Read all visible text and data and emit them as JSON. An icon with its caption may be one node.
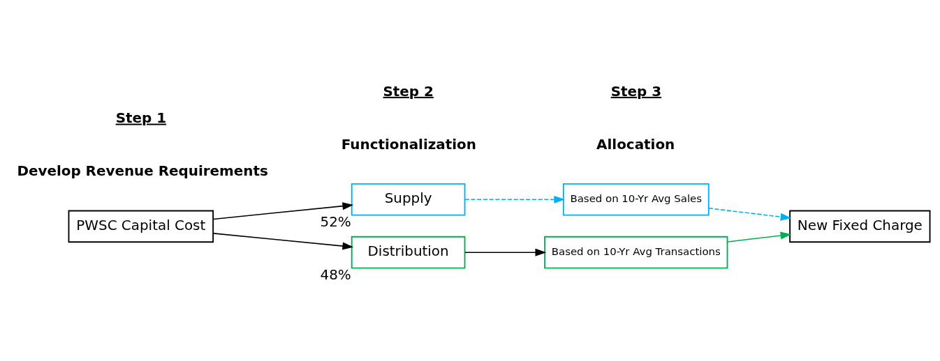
{
  "diagram": {
    "nodes": [
      {
        "text": [
          "PWSC Capital Cost"
        ]
      },
      {
        "text": [
          "Supply"
        ],
        "beside": [
          "52%"
        ]
      },
      {
        "text": [
          "Distribution"
        ],
        "beside": [
          "48%"
        ]
      },
      {
        "text": [
          "Based on 10-Yr Avg Sales"
        ]
      },
      {
        "text": [
          "Based on 10-Yr Avg Transactions"
        ]
      },
      {
        "text": [
          "New Fixed Charge"
        ]
      }
    ],
    "edges": [
      {
        "from": 0,
        "to": 1,
        "arrow": "to"
      },
      {
        "from": 0,
        "to": 2,
        "arrow": "to"
      },
      {
        "from": 1,
        "to": 3,
        "arrow": "to",
        "style": "dashed",
        "color": "#00b0f0"
      },
      {
        "from": 2,
        "to": 4,
        "arrow": "to"
      },
      {
        "from": 3,
        "to": 5,
        "arrow": "to",
        "style": "dashed",
        "color": "#00b0f0"
      },
      {
        "from": 4,
        "to": 5,
        "arrow": "to",
        "color": "#00b050"
      }
    ],
    "labels": [
      "Step 1",
      "Develop Revenue Requirements",
      "Step 2",
      "Functionalization",
      "Step 3",
      "Allocation"
    ]
  }
}
